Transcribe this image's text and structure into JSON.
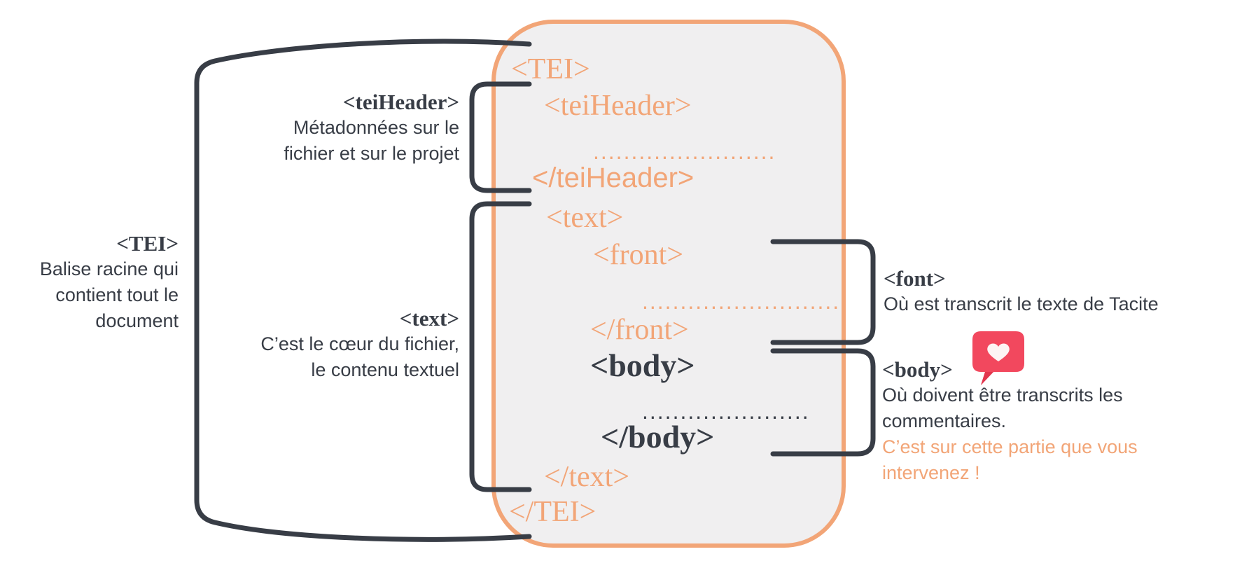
{
  "palette": {
    "orange": "#F2A577",
    "dark": "#383D46",
    "box_fill": "#F0EFF0",
    "heart_red": "#F2485E",
    "heart_red_dark": "#E2364E",
    "heart_white": "#FDF4F4"
  },
  "box": {
    "lines": [
      {
        "text": "<TEI>",
        "color": "orange"
      },
      {
        "text": "<teiHeader>",
        "color": "orange"
      },
      {
        "text": "........................",
        "color": "orange",
        "kind": "dots"
      },
      {
        "text": "</teiHeader>",
        "color": "orange"
      },
      {
        "text": "<text>",
        "color": "orange"
      },
      {
        "text": "<front>",
        "color": "orange"
      },
      {
        "text": "..........................",
        "color": "orange",
        "kind": "dots"
      },
      {
        "text": "</front>",
        "color": "orange"
      },
      {
        "text": "<body>",
        "color": "dark"
      },
      {
        "text": "......................",
        "color": "dark",
        "kind": "dots"
      },
      {
        "text": "</body>",
        "color": "dark"
      },
      {
        "text": "</text>",
        "color": "orange"
      },
      {
        "text": "</TEI>",
        "color": "orange"
      }
    ]
  },
  "annotations": {
    "tei": {
      "tag": "<TEI>",
      "lines": [
        "Balise racine qui",
        "contient tout le",
        "document"
      ]
    },
    "teiheader": {
      "tag": "<teiHeader>",
      "lines": [
        "Métadonnées sur le",
        "fichier et sur le projet"
      ]
    },
    "text": {
      "tag": "<text>",
      "lines": [
        "C’est le cœur du fichier,",
        "le contenu textuel"
      ]
    },
    "font": {
      "tag": "<font>",
      "lines": [
        "Où est transcrit le texte de Tacite"
      ]
    },
    "body": {
      "tag": "<body>",
      "lines": [
        "Où doivent être transcrits les",
        "commentaires."
      ],
      "highlight_lines": [
        "C’est sur cette partie que vous",
        "intervenez !"
      ]
    }
  },
  "icons": {
    "heart_bubble": "heart-in-speech-bubble"
  }
}
